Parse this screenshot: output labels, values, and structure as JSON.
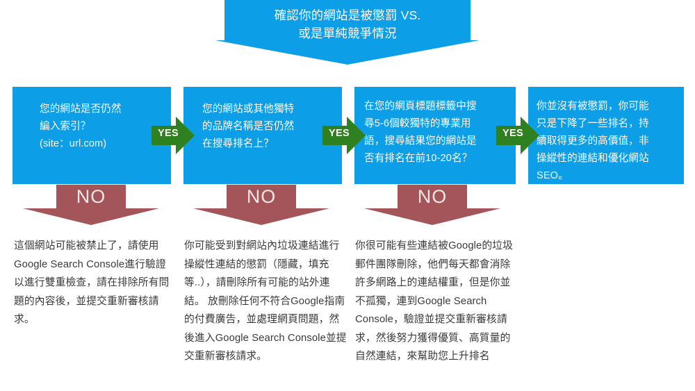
{
  "banner": {
    "text": "確認你的網站是被懲罰 VS.\n或是單純競爭情況",
    "color": "#0d9ee8"
  },
  "colors": {
    "blue": "#0d9ee8",
    "green": "#2f8020",
    "red": "#a4555a",
    "body_text": "#3a3a3a",
    "white": "#ffffff"
  },
  "steps": [
    {
      "id": "step-1",
      "question": "您的網站是否仍然\n編入索引？\n(site：url.com)",
      "yes_label": "YES",
      "no_label": "NO",
      "no_answer": "這個網站可能被禁止了，請使用Google Search Console進行驗證以進行雙重檢查，請在排除所有問題的內容後，並提交重新審核請求。"
    },
    {
      "id": "step-2",
      "question": "您的網站或其他獨特\n的品牌名稱是否仍然\n在搜尋排名上？",
      "yes_label": "YES",
      "no_label": "NO",
      "no_answer": "你可能受到對網站內垃圾連結進行操縱性連結的懲罰（隱藏，填充等..），請刪除所有可能的站外連結。 放刪除任何不符合Google指南的付費廣告，並處理網頁問題，然後進入Google Search Console並提交重新審核請求。"
    },
    {
      "id": "step-3",
      "question": "在您的網頁標題標籤中搜\n尋5-6個較獨特的專業用\n語，搜尋結果您的網站是\n否有排名在前10-20名？",
      "yes_label": "YES",
      "no_label": "NO",
      "no_answer": "你很可能有些連結被Google的垃圾郵件團隊刪除，他們每天都會消除許多網路上的連結權重，但是你並不孤獨，連到Google Search Console，驗證並提交重新審核請求，然後努力獲得優質、高質量的自然連結，來幫助您上升排名"
    }
  ],
  "outcome": {
    "id": "step-4",
    "text": "你並沒有被懲罰，你可能\n只是下降了一些排名，持\n續取得更多的高價值，非\n操縱性的連結和優化網站\nSEO。"
  }
}
